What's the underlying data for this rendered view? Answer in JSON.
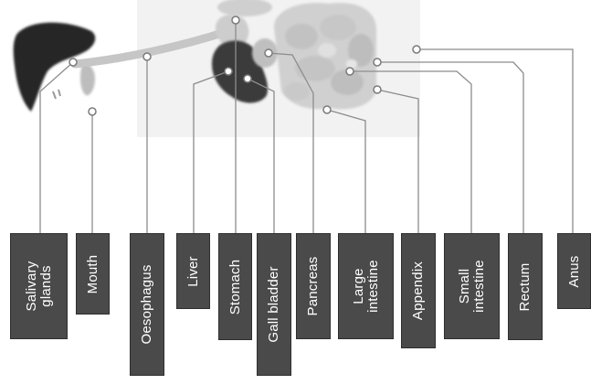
{
  "diagram": {
    "labels": [
      {
        "key": "salivary",
        "text": "Salivary\nglands"
      },
      {
        "key": "mouth",
        "text": "Mouth"
      },
      {
        "key": "oesophagus",
        "text": "Oesophagus"
      },
      {
        "key": "liver",
        "text": "Liver"
      },
      {
        "key": "stomach",
        "text": "Stomach"
      },
      {
        "key": "gall",
        "text": "Gall bladder"
      },
      {
        "key": "pancreas",
        "text": "Pancreas"
      },
      {
        "key": "large",
        "text": "Large\nintestine"
      },
      {
        "key": "appendix",
        "text": "Appendix"
      },
      {
        "key": "small",
        "text": "Small\nintestine"
      },
      {
        "key": "rectum",
        "text": "Rectum"
      },
      {
        "key": "anus",
        "text": "Anus"
      }
    ]
  }
}
